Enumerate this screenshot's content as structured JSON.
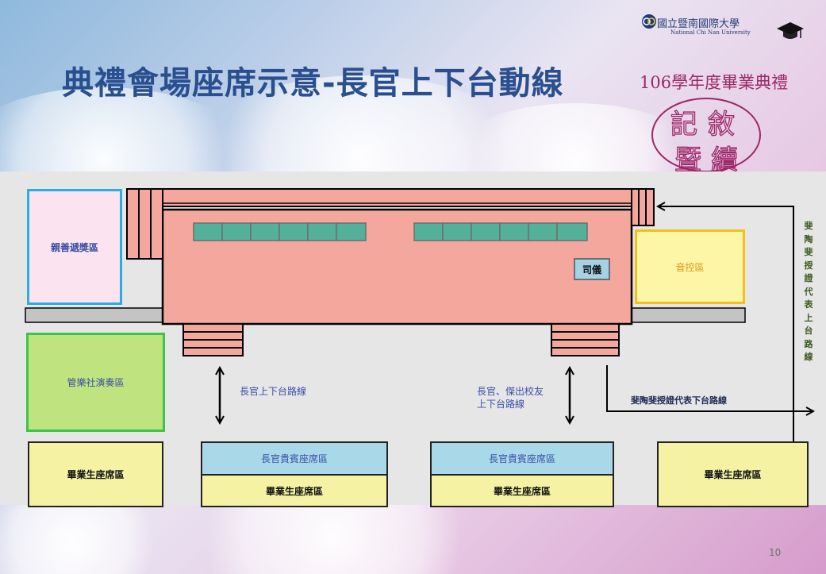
{
  "slide": {
    "title": "典禮會場座席示意-長官上下台動線",
    "page_number": "10"
  },
  "logo": {
    "university_zh": "國立暨南國際大學",
    "university_en": "National Chi Nan University",
    "ceremony_text": "106學年度畢業典禮",
    "emblem_chars": [
      "記",
      "敘",
      "暨",
      "續"
    ]
  },
  "zones": {
    "award_area": "親善遞獎區",
    "sound_control": "音控區",
    "emcee": "司儀",
    "band_area": "管樂社演奏區",
    "graduate_seats_left": "畢業生座席區",
    "vip_seats_1": "長官貴賓座席區",
    "graduate_seats_1": "畢業生座席區",
    "vip_seats_2": "長官貴賓座席區",
    "graduate_seats_2": "畢業生座席區",
    "graduate_seats_right": "畢業生座席區"
  },
  "routes": {
    "official_route": "長官上下台路線",
    "official_alumni_route_line1": "長官、傑出校友",
    "official_alumni_route_line2": "上下台路線",
    "phi_tau_phi_down": "斐陶斐授證代表下台路線",
    "phi_tau_phi_up_chars": [
      "斐",
      "陶",
      "斐",
      "授",
      "證",
      "代",
      "表",
      "上",
      "台",
      "路",
      "線"
    ]
  },
  "colors": {
    "stage": "#f4a79d",
    "stair": "#f4a79d",
    "table_slot": "#53b099",
    "award_fill": "#fbe3f0",
    "award_border": "#28aee3",
    "sound_fill": "#fdf6a6",
    "sound_border": "#f5bf1a",
    "band_fill": "#bfe37e",
    "band_border": "#3cc54a",
    "seat_fill": "#f5f3a3",
    "vip_fill": "#a9d9e8",
    "emcee_fill": "#a3d3e5",
    "label_blue": "#3b4fa8",
    "title": "#2a4f8f"
  }
}
